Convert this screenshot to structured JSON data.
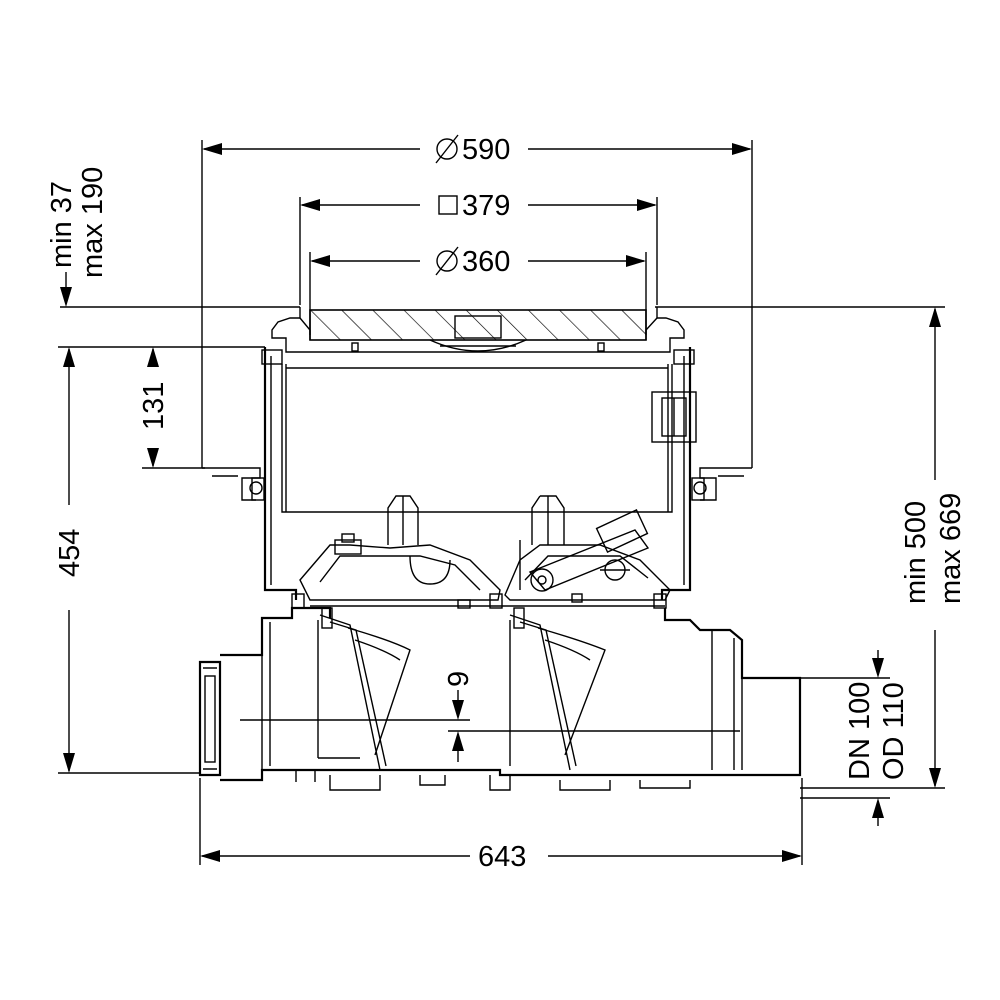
{
  "dimensions": {
    "outer_diameter": "590",
    "square_frame": "379",
    "inner_diameter": "360",
    "height_adjust_min": "min 37",
    "height_adjust_max": "max 190",
    "upper_height": "131",
    "body_height": "454",
    "total_height_min": "min 500",
    "total_height_max": "max 669",
    "pipe_offset": "9",
    "pipe_dn": "DN 100",
    "pipe_od": "OD 110",
    "overall_length": "643"
  },
  "symbols": {
    "diameter": "diameter-symbol",
    "square": "square-symbol"
  },
  "colors": {
    "line": "#000000",
    "background": "#ffffff"
  }
}
